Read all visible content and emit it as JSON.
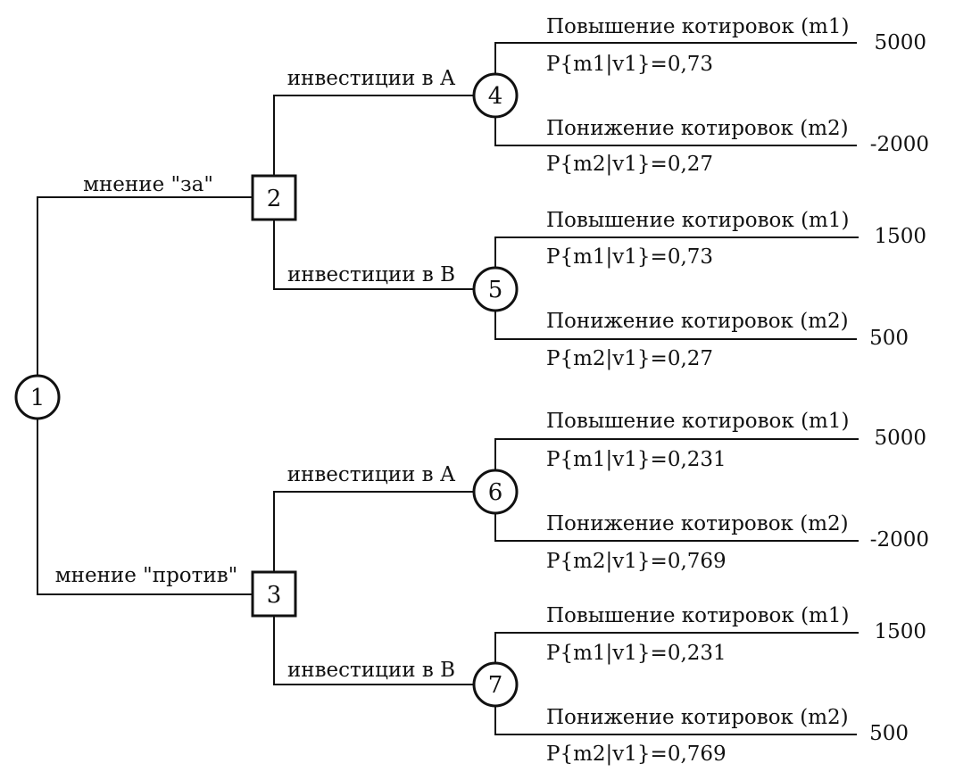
{
  "nodes": {
    "n1": "1",
    "n2": "2",
    "n3": "3",
    "n4": "4",
    "n5": "5",
    "n6": "6",
    "n7": "7"
  },
  "branches": {
    "opinion_for": "мнение \"за\"",
    "opinion_against": "мнение \"против\"",
    "invest_a_top": "инвестиции в А",
    "invest_b_top": "инвестиции в В",
    "invest_a_bottom": "инвестиции в А",
    "invest_b_bottom": "инвестиции в В"
  },
  "outcomes": [
    {
      "up_label": "Повышение котировок (m1)",
      "up_prob": "P{m1|v1}=0,73",
      "up_value": "5000",
      "down_label": "Понижение котировок (m2)",
      "down_prob": "P{m2|v1}=0,27",
      "down_value": "-2000"
    },
    {
      "up_label": "Повышение котировок (m1)",
      "up_prob": "P{m1|v1}=0,73",
      "up_value": "1500",
      "down_label": "Понижение котировок (m2)",
      "down_prob": "P{m2|v1}=0,27",
      "down_value": "500"
    },
    {
      "up_label": "Повышение котировок (m1)",
      "up_prob": "P{m1|v1}=0,231",
      "up_value": "5000",
      "down_label": "Понижение котировок (m2)",
      "down_prob": "P{m2|v1}=0,769",
      "down_value": "-2000"
    },
    {
      "up_label": "Повышение котировок (m1)",
      "up_prob": "P{m1|v1}=0,231",
      "up_value": "1500",
      "down_label": "Понижение котировок (m2)",
      "down_prob": "P{m2|v1}=0,769",
      "down_value": "500"
    }
  ]
}
